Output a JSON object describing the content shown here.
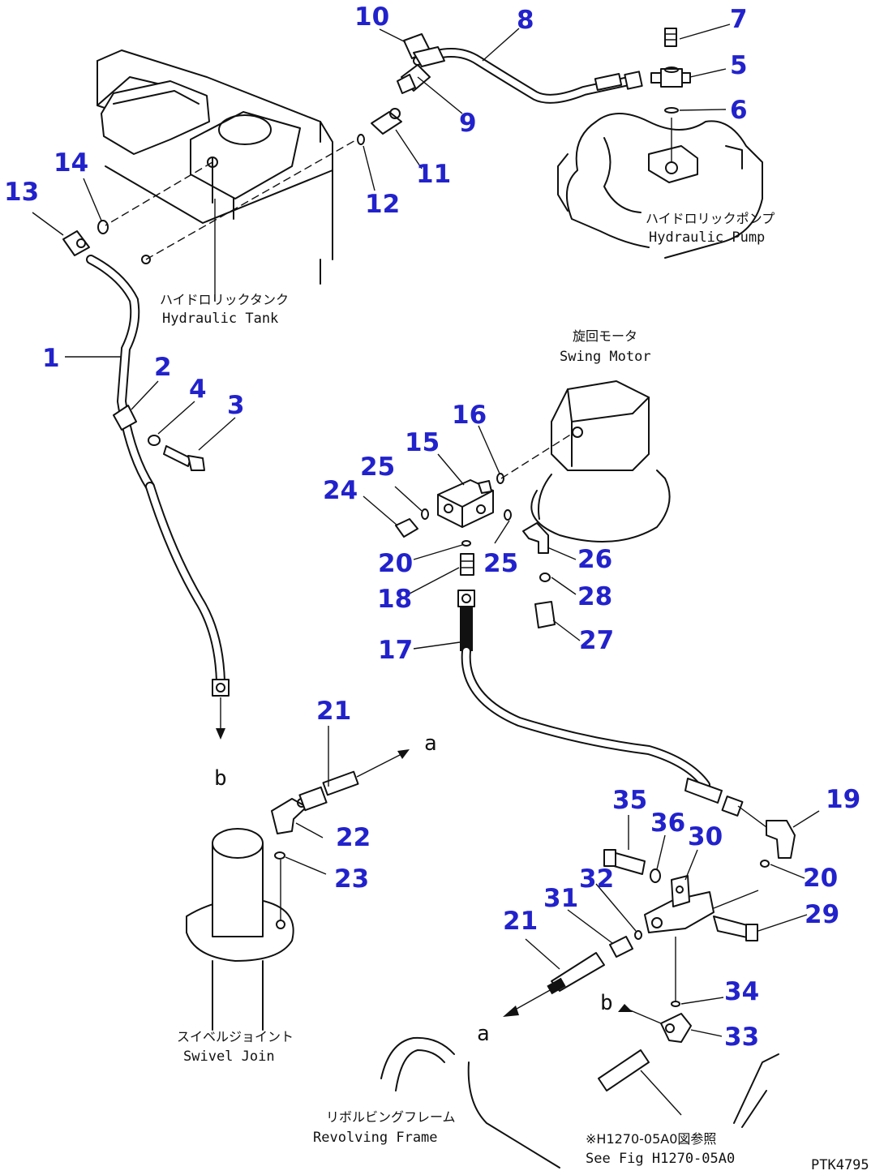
{
  "callouts": [
    "1",
    "2",
    "3",
    "4",
    "5",
    "6",
    "7",
    "8",
    "9",
    "10",
    "11",
    "12",
    "13",
    "14",
    "15",
    "16",
    "17",
    "18",
    "19",
    "20",
    "20",
    "21",
    "21",
    "22",
    "23",
    "24",
    "25",
    "25",
    "26",
    "27",
    "28",
    "29",
    "30",
    "31",
    "32",
    "33",
    "34",
    "35",
    "36"
  ],
  "components": {
    "hydraulic_tank": {
      "jp": "ハイドロリックタンク",
      "en": "Hydraulic Tank"
    },
    "hydraulic_pump": {
      "jp": "ハイドロリックポンプ",
      "en": "Hydraulic Pump"
    },
    "swing_motor": {
      "jp": "旋回モータ",
      "en": "Swing Motor"
    },
    "swivel_joint": {
      "jp": "スイベルジョイント",
      "en": "Swivel Join"
    },
    "revolving_frame": {
      "jp": "リボルビングフレーム",
      "en": "Revolving Frame"
    },
    "see_fig": {
      "jp": "※H1270-05A0図参照",
      "en": "See Fig H1270-05A0"
    }
  },
  "connection_letters": {
    "a_top": "a",
    "a_bottom": "a",
    "b_left": "b",
    "b_bottom": "b"
  },
  "drawing_code": "PTK4795"
}
